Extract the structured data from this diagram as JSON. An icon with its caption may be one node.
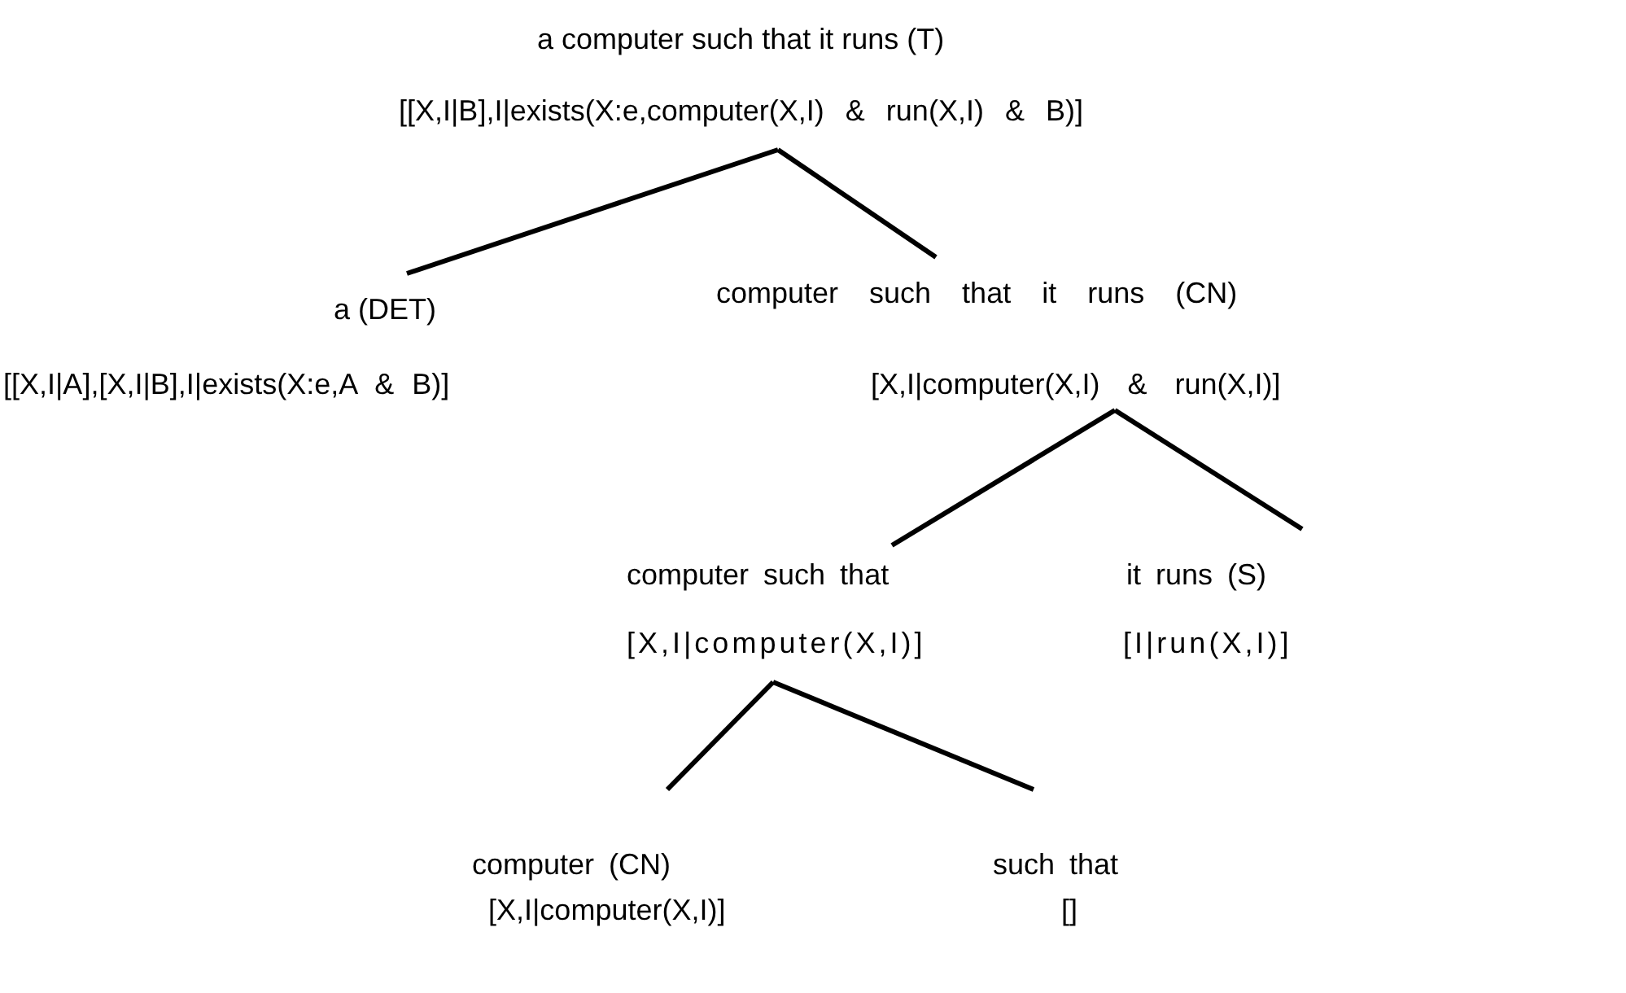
{
  "diagram": {
    "nodes": [
      {
        "text": [
          "a computer such that it runs (T)",
          "[[X,I|B],I|exists(X:e,computer(X,I) & run(X,I) & B)]"
        ]
      },
      {
        "text": [
          "a (DET)",
          "[[X,I|A],[X,I|B],I|exists(X:e,A & B)]"
        ]
      },
      {
        "text": [
          "computer such that it runs (CN)",
          "[X,I|computer(X,I) & run(X,I)]"
        ]
      },
      {
        "text": [
          "computer such that",
          "[X,I|computer(X,I)]"
        ]
      },
      {
        "text": [
          "it runs (S)",
          "[I|run(X,I)]"
        ]
      },
      {
        "text": [
          "computer (CN)",
          "[X,I|computer(X,I)]"
        ]
      },
      {
        "text": [
          "such that",
          "[]"
        ]
      }
    ],
    "edges": [
      {
        "from": 0,
        "to": 1,
        "arrow": "none"
      },
      {
        "from": 0,
        "to": 2,
        "arrow": "none"
      },
      {
        "from": 2,
        "to": 3,
        "arrow": "none"
      },
      {
        "from": 2,
        "to": 4,
        "arrow": "none"
      },
      {
        "from": 3,
        "to": 5,
        "arrow": "none"
      },
      {
        "from": 3,
        "to": 6,
        "arrow": "none"
      }
    ]
  }
}
